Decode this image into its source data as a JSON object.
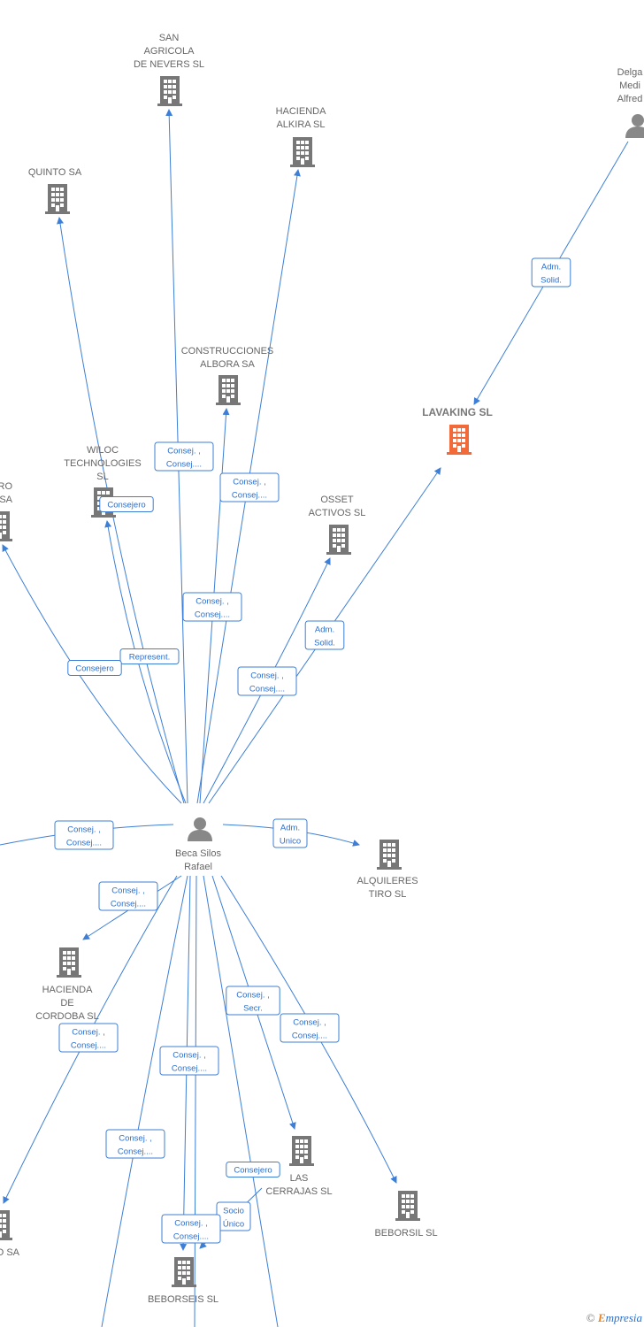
{
  "colors": {
    "edge": "#3d7fd6",
    "company": "#777777",
    "focus": "#f26a3a",
    "person": "#888888",
    "label": "#666666"
  },
  "footer": {
    "copyright_symbol": "©",
    "brand_initial": "E",
    "brand_rest": "mpresia"
  },
  "center_person": {
    "name_line1": "Beca Silos",
    "name_line2": "Rafael"
  },
  "nodes": [
    {
      "id": "san_agricola",
      "lines": [
        "SAN",
        "AGRICOLA",
        "DE NEVERS  SL"
      ],
      "type": "company"
    },
    {
      "id": "hacienda_alkira",
      "lines": [
        "HACIENDA",
        "ALKIRA  SL"
      ],
      "type": "company"
    },
    {
      "id": "quinto",
      "lines": [
        "QUINTO SA"
      ],
      "type": "company"
    },
    {
      "id": "construcciones_albora",
      "lines": [
        "CONSTRUCCIONES",
        "ALBORA SA"
      ],
      "type": "company"
    },
    {
      "id": "wiloc",
      "lines": [
        "WILOC",
        "TECHNOLOGIES",
        "SL"
      ],
      "type": "company"
    },
    {
      "id": "left_cut",
      "lines": [
        "RO",
        "SA"
      ],
      "type": "company"
    },
    {
      "id": "osset",
      "lines": [
        "OSSET",
        "ACTIVOS  SL"
      ],
      "type": "company"
    },
    {
      "id": "lavaking",
      "lines": [
        "LAVAKING  SL"
      ],
      "type": "focus"
    },
    {
      "id": "delgado",
      "lines": [
        "Delga",
        "Medi",
        "Alfred"
      ],
      "type": "person"
    },
    {
      "id": "alquileres",
      "lines": [
        "ALQUILERES",
        "TIRO  SL"
      ],
      "type": "company"
    },
    {
      "id": "hacienda_cordoba",
      "lines": [
        "HACIENDA",
        "DE",
        "CORDOBA  SL"
      ],
      "type": "company"
    },
    {
      "id": "las_cerrajas",
      "lines": [
        "LAS",
        "CERRAJAS SL"
      ],
      "type": "company"
    },
    {
      "id": "beborsil",
      "lines": [
        "BEBORSIL  SL"
      ],
      "type": "company"
    },
    {
      "id": "beborseis",
      "lines": [
        "BEBORSEIS  SL"
      ],
      "type": "company"
    },
    {
      "id": "bottom_left_cut",
      "lines": [
        "O SA"
      ],
      "type": "company"
    }
  ],
  "edge_labels": [
    {
      "lines": [
        "Adm.",
        "Solid."
      ]
    },
    {
      "lines": [
        "Consej. ,",
        "Consej...."
      ]
    },
    {
      "lines": [
        "Consej. ,",
        "Consej...."
      ]
    },
    {
      "lines": [
        "Consejero"
      ]
    },
    {
      "lines": [
        "Consej. ,",
        "Consej...."
      ]
    },
    {
      "lines": [
        "Adm.",
        "Solid."
      ]
    },
    {
      "lines": [
        "Represent."
      ]
    },
    {
      "lines": [
        "Consejero"
      ]
    },
    {
      "lines": [
        "Consej. ,",
        "Consej...."
      ]
    },
    {
      "lines": [
        "Consej. ,",
        "Consej...."
      ]
    },
    {
      "lines": [
        "Adm.",
        "Unico"
      ]
    },
    {
      "lines": [
        "Consej. ,",
        "Consej...."
      ]
    },
    {
      "lines": [
        "Consej. ,",
        "Secr."
      ]
    },
    {
      "lines": [
        "Consej. ,",
        "Consej...."
      ]
    },
    {
      "lines": [
        "Consej. ,",
        "Consej...."
      ]
    },
    {
      "lines": [
        "Consej. ,",
        "Consej...."
      ]
    },
    {
      "lines": [
        "Consej. ,",
        "Consej...."
      ]
    },
    {
      "lines": [
        "Consejero"
      ]
    },
    {
      "lines": [
        "Socio",
        "Único"
      ]
    },
    {
      "lines": [
        "Consej. ,",
        "Consej...."
      ]
    }
  ]
}
